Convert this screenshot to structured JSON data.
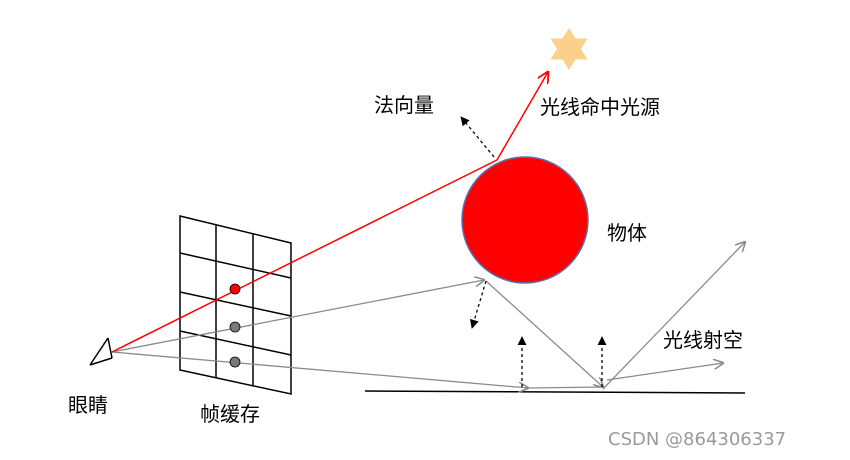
{
  "labels": {
    "normal": "法向量",
    "ray_hits_light": "光线命中光源",
    "object": "物体",
    "ray_to_sky": "光线射空",
    "eye": "眼睛",
    "frame_buffer": "帧缓存"
  },
  "watermark": "CSDN @864306337",
  "colors": {
    "primary_ray": "#ff0000",
    "secondary_ray": "#8a8a8a",
    "object_fill": "#ff0000",
    "object_stroke": "#5a6fb0",
    "light_fill": "#fbd08a",
    "grid_stroke": "#000000",
    "pixel_red": "#ff0000",
    "pixel_gray": "#7a7a7a"
  }
}
